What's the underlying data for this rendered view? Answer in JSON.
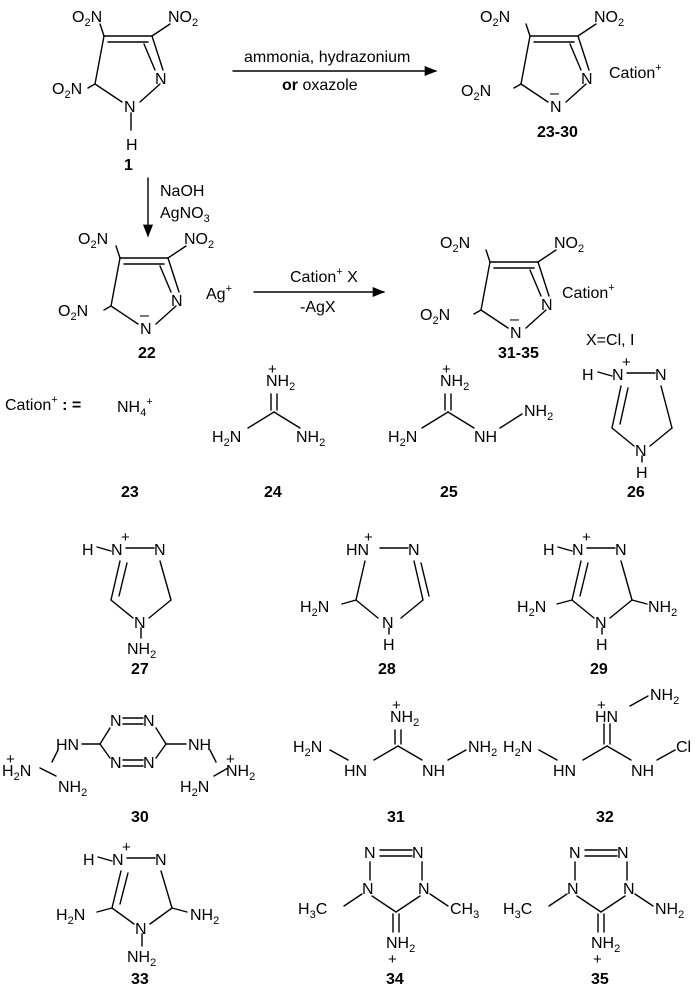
{
  "reagents": {
    "top_line1": "ammonia, hydrazonium",
    "top_line2_bold": "or",
    "top_line2_rest": " oxazole",
    "down_line1": "NaOH",
    "down_line2": "AgNO",
    "down_line2_sub": "3",
    "mid_line1": "Cation",
    "mid_line1_sup": "+",
    "mid_line1_rest": " X",
    "mid_line2": "-AgX",
    "halide_note": "X=Cl, I"
  },
  "labels": {
    "cation": "Cation",
    "cation_sup": "+",
    "silver": "Ag",
    "silver_sup": "+",
    "cation_def": "Cation",
    "cation_def_rest": " : =",
    "ammonium": "NH",
    "ammonium_sub": "4",
    "ammonium_sup": "+"
  },
  "compound_numbers": {
    "c1": "1",
    "c22": "22",
    "c23_30": "23-30",
    "c31_35": "31-35",
    "c23": "23",
    "c24": "24",
    "c25": "25",
    "c26": "26",
    "c27": "27",
    "c28": "28",
    "c29": "29",
    "c30": "30",
    "c31": "31",
    "c32": "32",
    "c33": "33",
    "c34": "34",
    "c35": "35"
  },
  "colors": {
    "ink": "#000000",
    "background": "#ffffff"
  }
}
